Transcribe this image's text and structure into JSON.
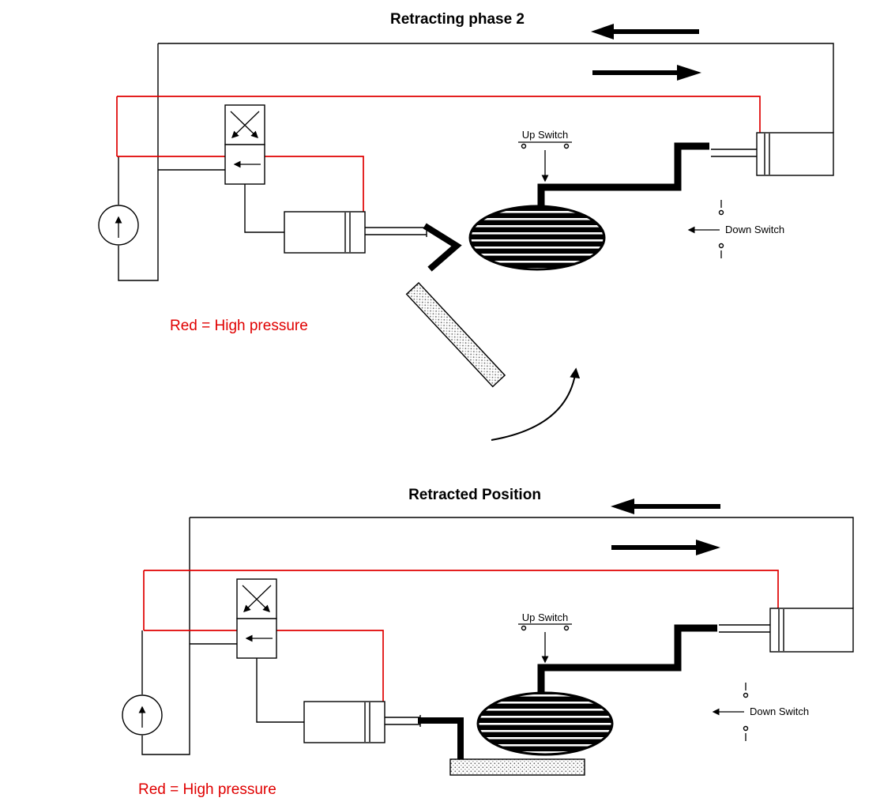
{
  "page": {
    "background": "#ffffff"
  },
  "colors": {
    "high_pressure": "#e00000",
    "line_black": "#000000"
  },
  "diagrams": [
    {
      "title": "Retracting phase 2",
      "up_switch_label": "Up Switch",
      "down_switch_label": "Down Switch",
      "legend": "Red = High pressure"
    },
    {
      "title": "Retracted Position",
      "up_switch_label": "Up Switch",
      "down_switch_label": "Down Switch",
      "legend": "Red = High pressure"
    }
  ]
}
